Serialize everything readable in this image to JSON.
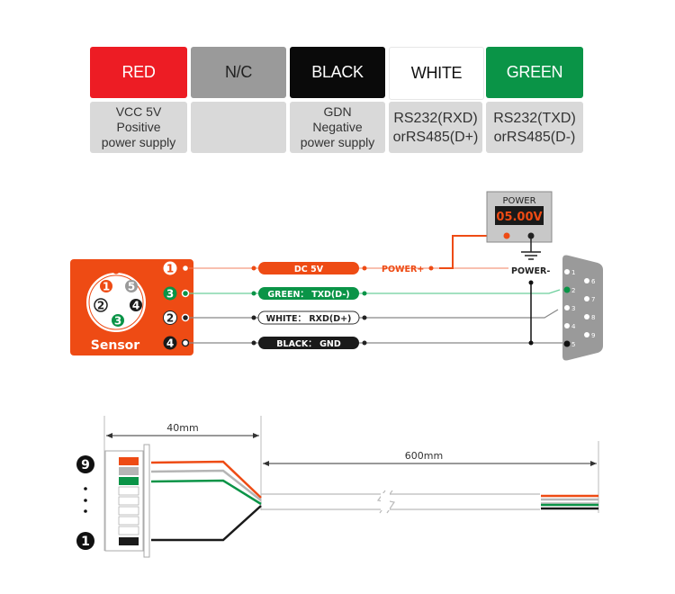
{
  "wire_table": [
    {
      "color_name": "RED",
      "bg": "#ed1c24",
      "fg": "#ffffff",
      "desc": [
        "VCC 5V",
        "Positive",
        "power supply"
      ]
    },
    {
      "color_name": "N/C",
      "bg": "#9a9a9a",
      "fg": "#222222",
      "desc": []
    },
    {
      "color_name": "BLACK",
      "bg": "#0a0a0a",
      "fg": "#ffffff",
      "desc": [
        "GDN",
        "Negative",
        "power supply"
      ]
    },
    {
      "color_name": "WHITE",
      "bg": "#ffffff",
      "fg": "#111111",
      "desc": [
        "RS232(RXD)",
        "orRS485(D+)"
      ]
    },
    {
      "color_name": "GREEN",
      "bg": "#0a9447",
      "fg": "#ffffff",
      "desc": [
        "RS232(TXD)",
        "orRS485(D-)"
      ]
    }
  ],
  "wiring": {
    "sensor_label": "Sensor",
    "sensor_color": "#ee4b14",
    "connector_pins": [
      "1",
      "5",
      "2",
      "4",
      "3"
    ],
    "lines": [
      {
        "pin": "1",
        "label": "DC 5V",
        "color": "#ee4b14",
        "text_color": "#ffffff"
      },
      {
        "pin": "3",
        "label": "GREEN： TXD(D-)",
        "color": "#0a9447",
        "text_color": "#ffffff"
      },
      {
        "pin": "2",
        "label": "WHITE： RXD(D+)",
        "color": "#ffffff",
        "text_color": "#222222"
      },
      {
        "pin": "4",
        "label": "BLACK： GND",
        "color": "#1a1a1a",
        "text_color": "#ffffff"
      }
    ],
    "power_plus_label": "POWER+",
    "power_minus_label": "POWER-",
    "power_box_title": "POWER",
    "power_display": "05.00V",
    "db9_pins": [
      "1",
      "2",
      "3",
      "4",
      "5",
      "6",
      "7",
      "8",
      "9"
    ]
  },
  "cable": {
    "connector_length": "40mm",
    "cable_length": "600mm",
    "pin_top": "9",
    "pin_bottom": "1"
  }
}
